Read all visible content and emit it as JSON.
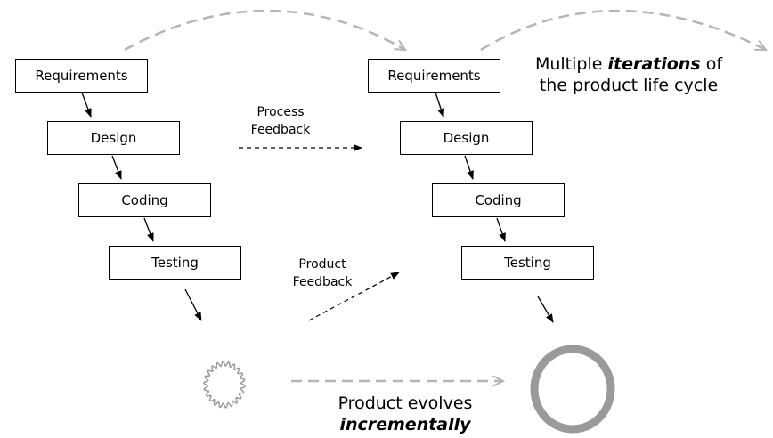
{
  "left_stages": [
    "Requirements",
    "Design",
    "Coding",
    "Testing"
  ],
  "right_stages": [
    "Requirements",
    "Design",
    "Coding",
    "Testing"
  ],
  "process_feedback": {
    "line1": "Process",
    "line2": "Feedback"
  },
  "product_feedback": {
    "line1": "Product",
    "line2": "Feedback"
  },
  "iterations_note": {
    "prefix": "Multiple ",
    "emphasis": "iterations",
    "suffix": " of",
    "line2": "the product life cycle"
  },
  "evolves_note": {
    "line1": "Product evolves",
    "emphasis": "incrementally"
  },
  "colors": {
    "line": "#000000",
    "dashed_gray": "#b5b5b5",
    "ring_gray": "#9a9a9a"
  }
}
